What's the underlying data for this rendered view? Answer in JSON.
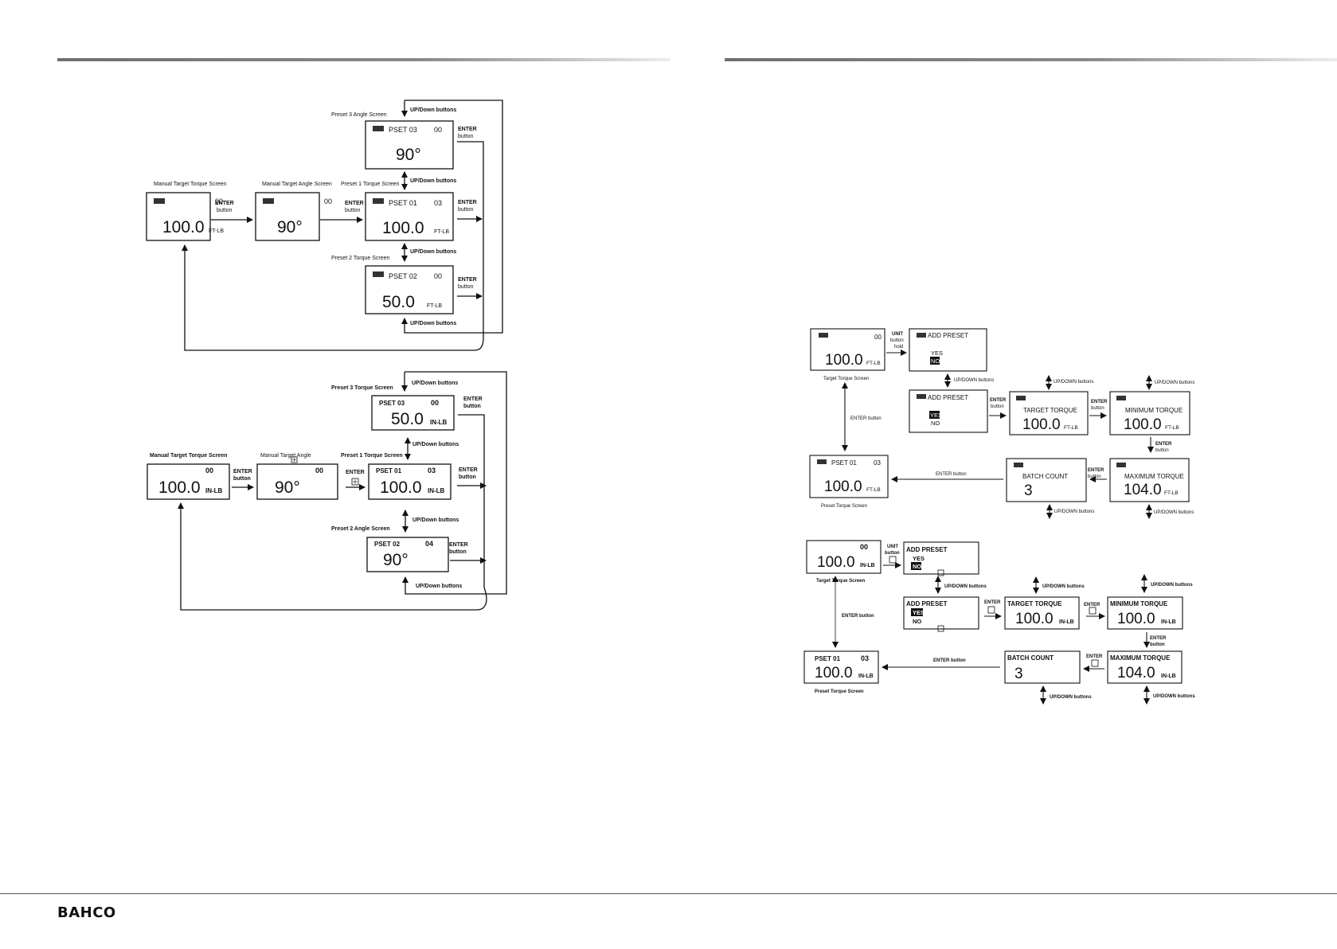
{
  "brand": "BAHCO",
  "common": {
    "enter": "ENTER",
    "button": "button",
    "hold": "hold",
    "unit": "UNIT",
    "updown_mixed": "UP/Down buttons",
    "updown_caps": "UP/DOWN buttons",
    "enter_button": "ENTER button",
    "ftlb": "FT-LB",
    "inlb": "IN-LB",
    "val_100": "100.0",
    "val_50": "50.0",
    "val_104": "104.0",
    "val_90": "90°",
    "val_3": "3",
    "code_00": "00",
    "code_03": "03",
    "code_04": "04",
    "pset01_s": "PSET 01",
    "pset02_s": "PSET 02",
    "pset03_s": "PSET 03",
    "pset01_t": "PSET 01",
    "pset02_t": "PSET 02",
    "pset03_t": "PSET 03",
    "add_preset_s": "ADD PRESET",
    "add_preset_b": "ADD PRESET",
    "yes": "YES",
    "no": "NO",
    "target_torque": "TARGET TORQUE",
    "minimum_torque": "MINIMUM TORQUE",
    "maximum_torque": "MAXIMUM TORQUE",
    "batch_count": "BATCH COUNT"
  },
  "left_top": {
    "lbl_manual_torque": "Manual Target Torque Screen",
    "lbl_manual_angle": "Manual Target Angle Screen",
    "lbl_preset1": "Preset 1 Torque Screen",
    "lbl_preset2": "Preset 2 Torque Screen",
    "lbl_preset3": "Preset 3 Angle Screen"
  },
  "left_bottom": {
    "lbl_manual_torque": "Manual Target Torque Screen",
    "lbl_manual_angle": "Manual Target Angle",
    "lbl_preset1": "Preset 1 Torque Screen",
    "lbl_preset2": "Preset 2 Angle Screen",
    "lbl_preset3": "Preset 3 Torque Screen"
  },
  "right": {
    "lbl_target_screen": "Target Torque Screen",
    "lbl_preset_screen": "Preset Torque Screen"
  }
}
